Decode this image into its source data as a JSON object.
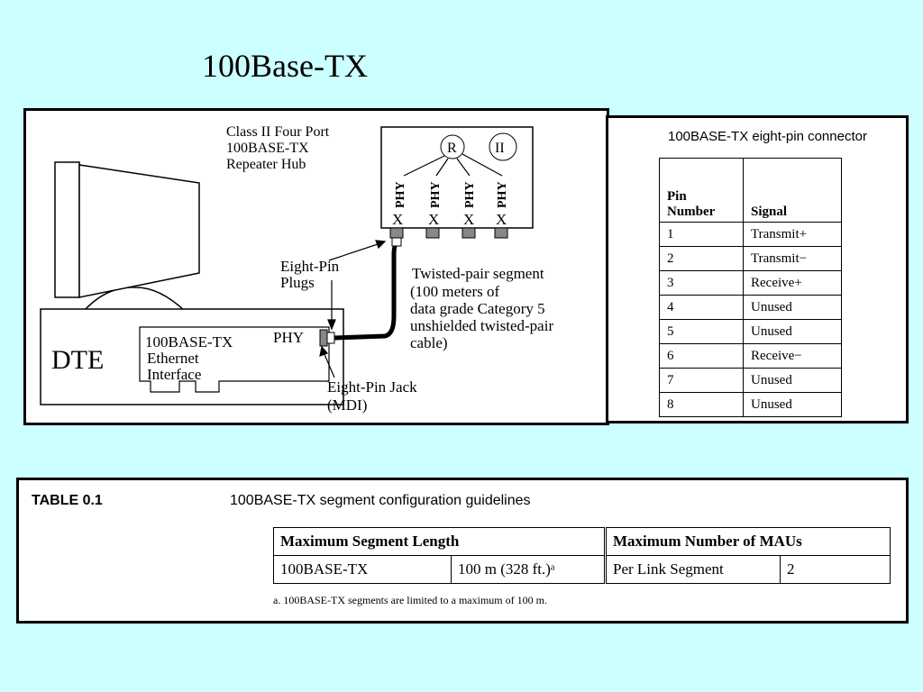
{
  "slide_title": "100Base-TX",
  "diagram": {
    "hub_label": [
      "Class II Four Port",
      "100BASE-TX",
      "Repeater Hub"
    ],
    "repeater_symbol": "R",
    "class_symbol": "II",
    "phy_labels": [
      "PHY",
      "PHY",
      "PHY",
      "PHY"
    ],
    "x_labels": [
      "X",
      "X",
      "X",
      "X"
    ],
    "plugs_label": [
      "Eight-Pin",
      "Plugs"
    ],
    "segment_label": [
      "Twisted-pair segment",
      "(100 meters of",
      "data grade Category 5",
      "unshielded twisted-pair",
      "cable)"
    ],
    "dte_label": "DTE",
    "interface_label": [
      "100BASE-TX",
      "Ethernet",
      "Interface"
    ],
    "phy_label": "PHY",
    "jack_label": [
      "Eight-Pin Jack",
      "(MDI)"
    ]
  },
  "pin_table": {
    "caption": "100BASE-TX eight-pin connector",
    "headers": [
      "Pin\nNumber",
      "Signal"
    ],
    "rows": [
      [
        "1",
        "Transmit+"
      ],
      [
        "2",
        "Transmit−"
      ],
      [
        "3",
        "Receive+"
      ],
      [
        "4",
        "Unused"
      ],
      [
        "5",
        "Unused"
      ],
      [
        "6",
        "Receive−"
      ],
      [
        "7",
        "Unused"
      ],
      [
        "8",
        "Unused"
      ]
    ]
  },
  "guideline_table": {
    "label": "TABLE  0.1",
    "caption": "100BASE-TX segment configuration guidelines",
    "headers": [
      "Maximum Segment Length",
      "Maximum Number of MAUs"
    ],
    "row": [
      "100BASE-TX",
      "100 m (328 ft.)ᵃ",
      "Per Link Segment",
      "2"
    ],
    "footnote": "a. 100BASE-TX segments are limited to a maximum of 100 m."
  }
}
